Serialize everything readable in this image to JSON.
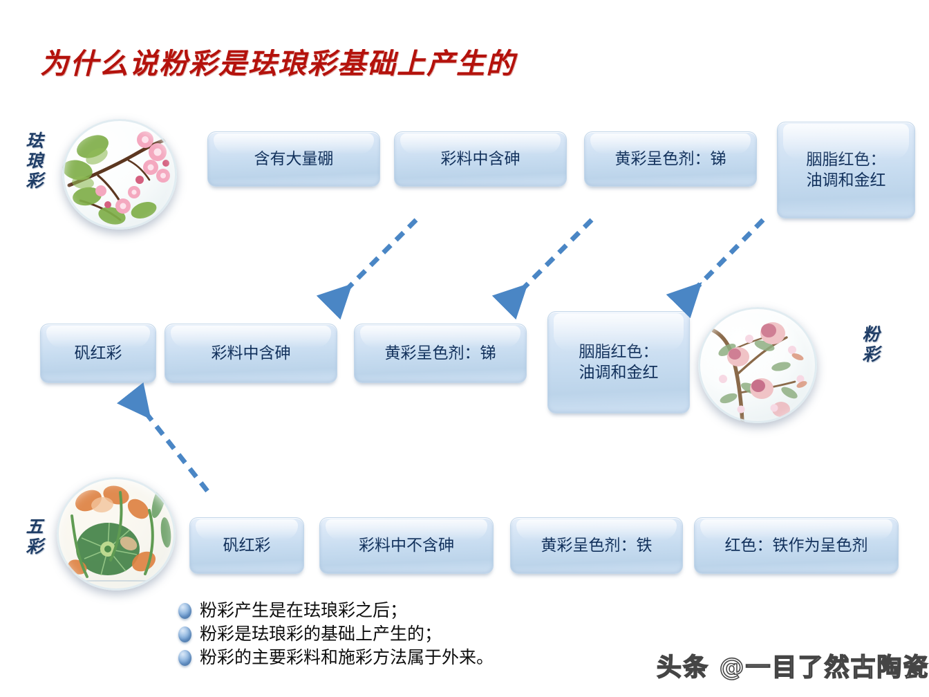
{
  "slide": {
    "title": "为什么说粉彩是珐琅彩基础上产生的",
    "title_color": "#b4120c",
    "background": "#ffffff",
    "box_fill": "#c7dcf0",
    "box_text_color": "#11305b",
    "arrow_color": "#4a86c5",
    "label_color": "#1f3d66"
  },
  "categories": {
    "falangcai": "珐琅彩",
    "fencai": "粉彩",
    "wucai": "五彩"
  },
  "rows": {
    "falangcai": [
      {
        "label": "含有大量硼"
      },
      {
        "label": "彩料中含砷"
      },
      {
        "label": "黄彩呈色剂：锑"
      },
      {
        "label": "胭脂红色：\n油调和金红"
      }
    ],
    "fencai": [
      {
        "label": "矾红彩"
      },
      {
        "label": "彩料中含砷"
      },
      {
        "label": "黄彩呈色剂：锑"
      },
      {
        "label": "胭脂红色：\n油调和金红"
      }
    ],
    "wucai": [
      {
        "label": "矾红彩"
      },
      {
        "label": "彩料中不含砷"
      },
      {
        "label": "黄彩呈色剂：铁"
      },
      {
        "label": "红色：铁作为呈色剂"
      }
    ]
  },
  "plates": {
    "falangcai_alt": "珐琅彩松梅图瓷盘",
    "fencai_alt": "粉彩桃花图瓷盘",
    "wucai_alt": "五彩莲花图瓷盘"
  },
  "conclusions": [
    "粉彩产生是在珐琅彩之后；",
    "粉彩是珐琅彩的基础上产生的；",
    "粉彩的主要彩料和施彩方法属于外来。"
  ],
  "watermark": "头条 @一目了然古陶瓷"
}
